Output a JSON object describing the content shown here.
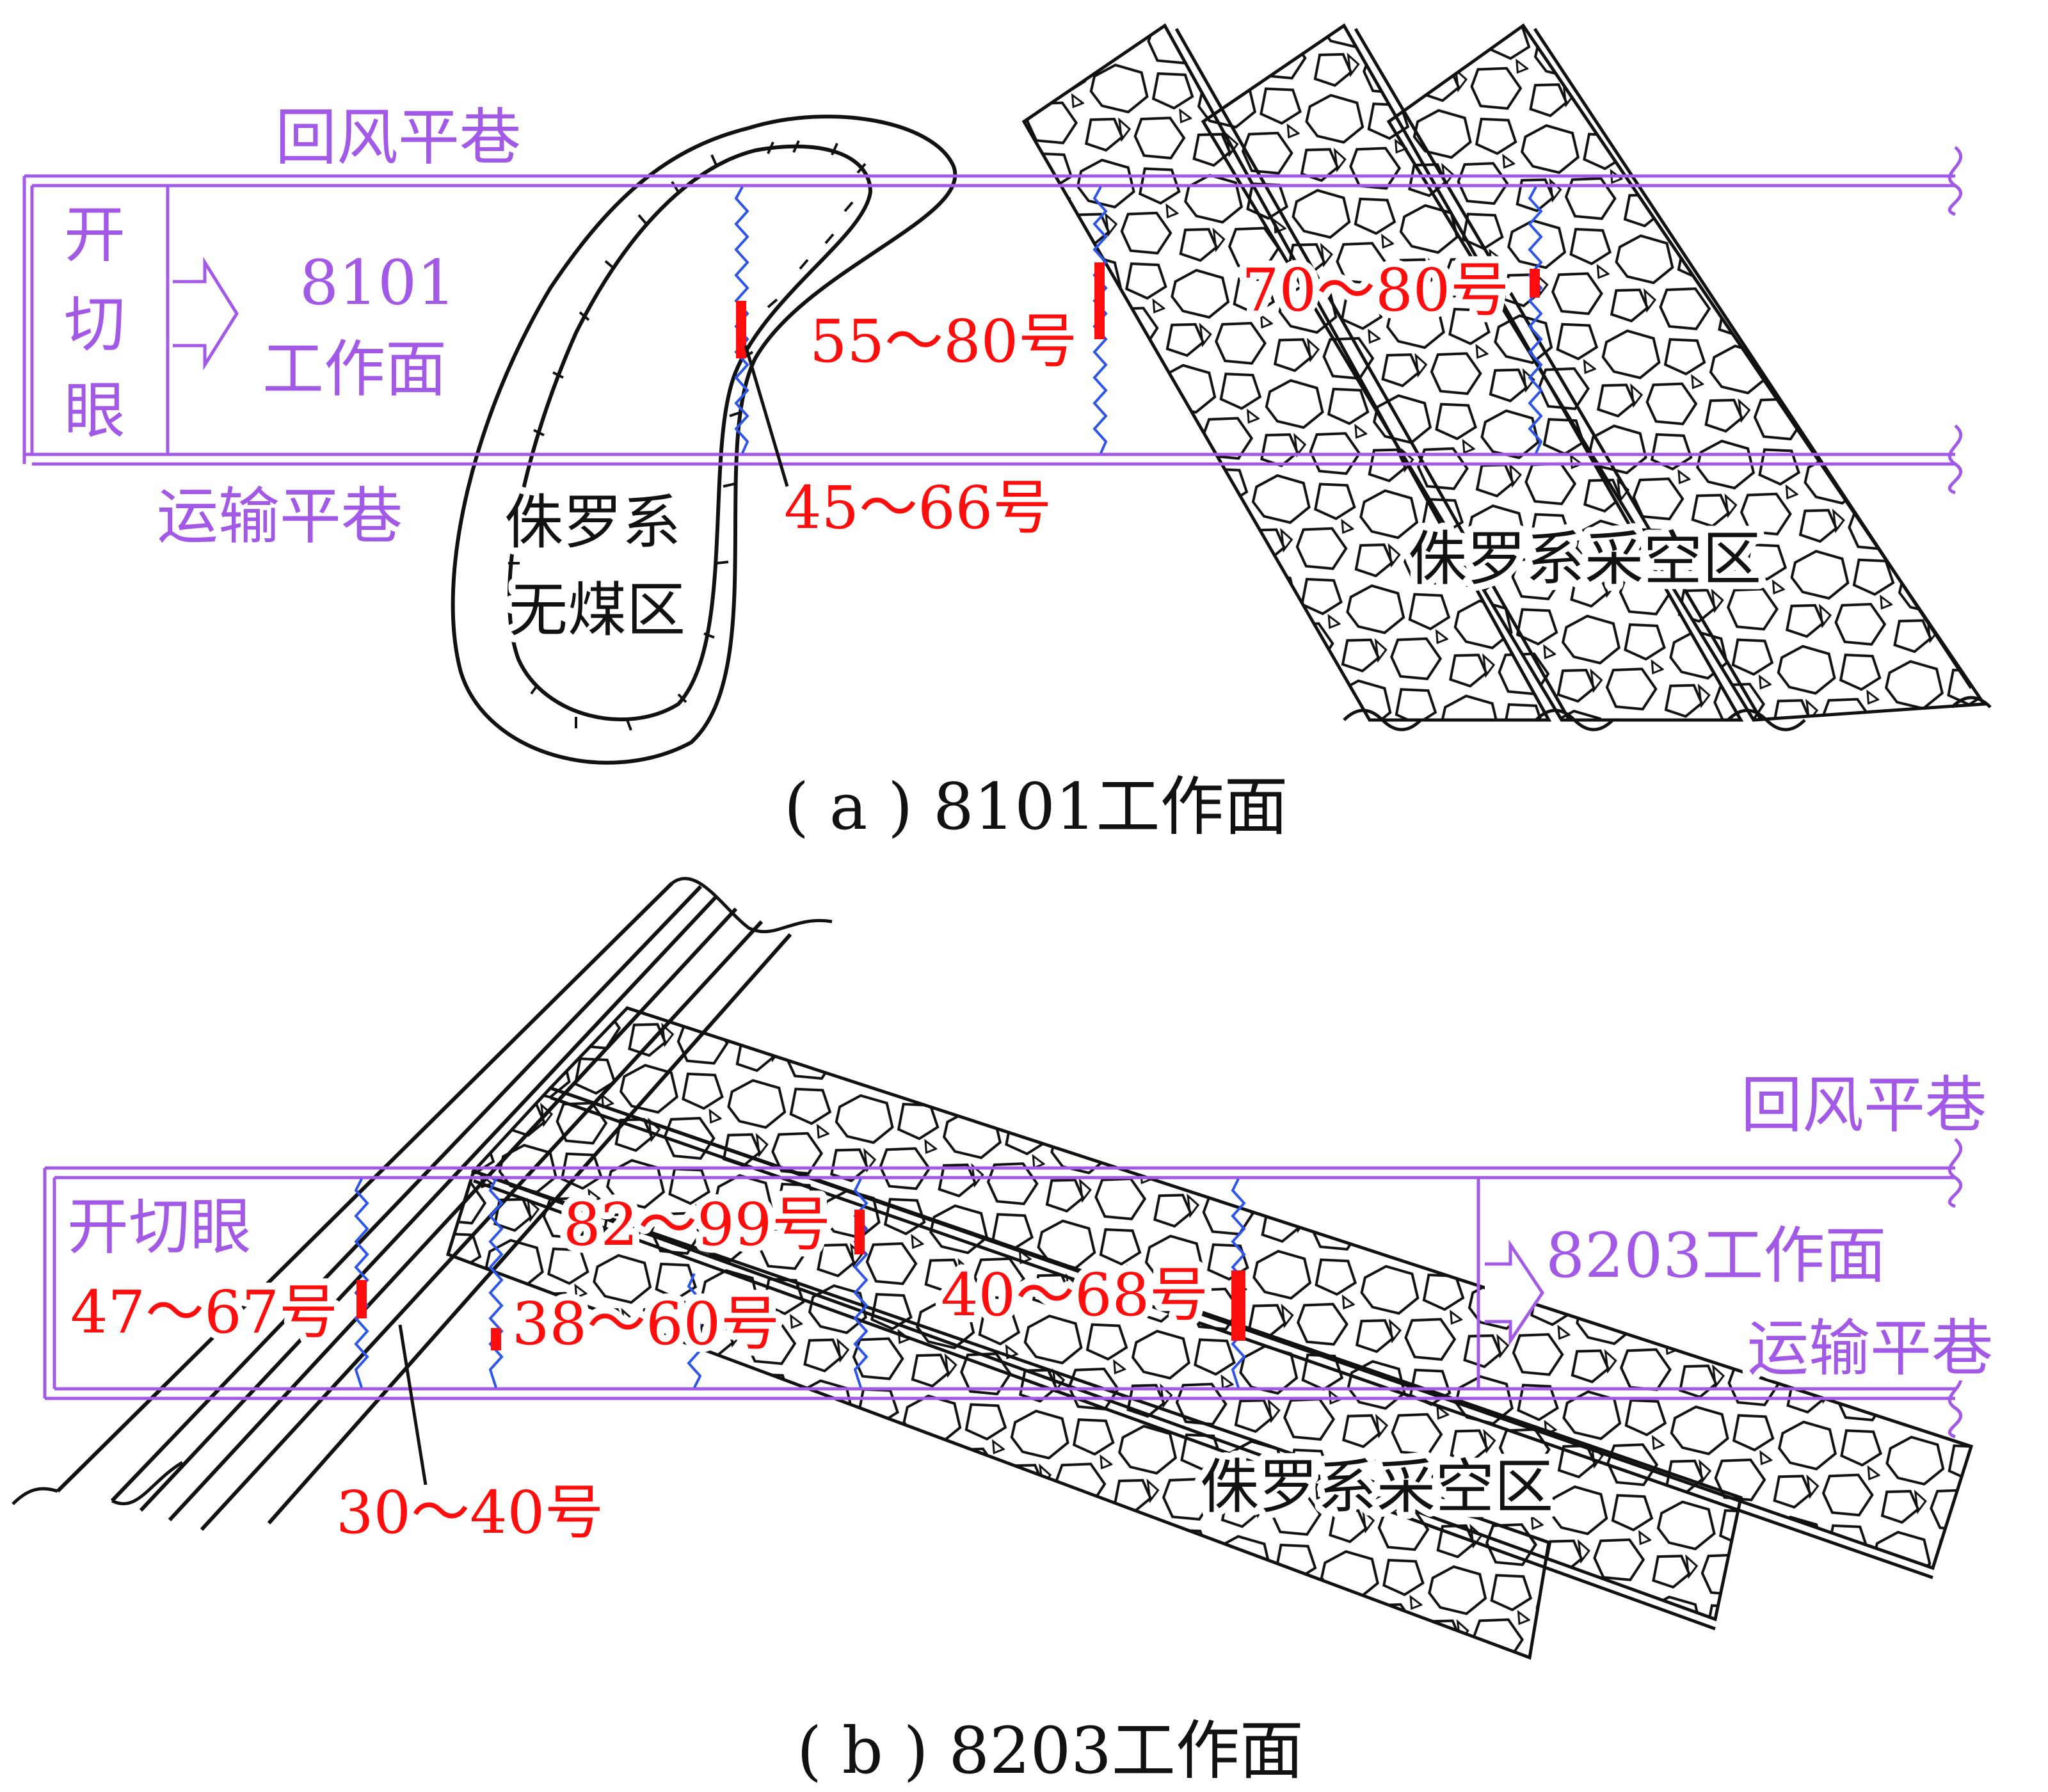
{
  "colors": {
    "roadway": "#a259e6",
    "label_red": "#ff0d0d",
    "support_blue": "#2d55e8",
    "line_black": "#111111",
    "background": "#ffffff"
  },
  "panel_a": {
    "caption": "( a ) 8101工作面",
    "return_roadway": "回风平巷",
    "transport_roadway": "运输平巷",
    "cut_hole": [
      "开",
      "切",
      "眼"
    ],
    "face_name": [
      "8101",
      "工作面"
    ],
    "coalless_zone": [
      "侏罗系",
      "无煤区"
    ],
    "goaf": "侏罗系采空区",
    "support_ranges": [
      "45～66号",
      "55～80号",
      "70～80号"
    ]
  },
  "panel_b": {
    "caption": "( b ) 8203工作面",
    "return_roadway": "回风平巷",
    "transport_roadway": "运输平巷",
    "cut_hole": "开切眼",
    "face_name": "8203工作面",
    "goaf": "侏罗系采空区",
    "support_ranges": [
      "47～67号",
      "30～40号",
      "82～99号",
      "38～60号",
      "40～68号"
    ]
  }
}
